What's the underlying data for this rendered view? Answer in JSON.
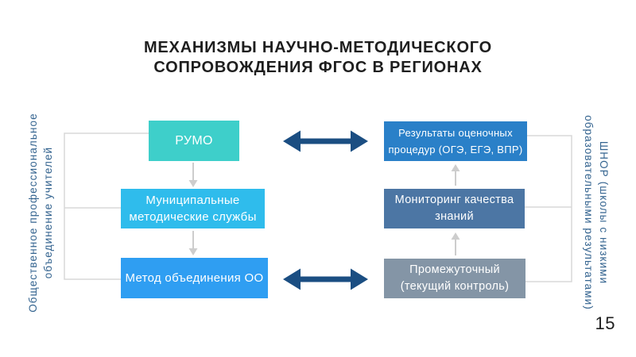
{
  "title": {
    "line1": "МЕХАНИЗМЫ НАУЧНО-МЕТОДИЧЕСКОГО",
    "line2": "СОПРОВОЖДЕНИЯ ФГОС В РЕГИОНАХ"
  },
  "left_label": {
    "line1": "Общественное профессиональное",
    "line2": "объединение учителей"
  },
  "right_label": {
    "line1": "ШНОР (школы с низкими",
    "line2": "образовательными результатами)"
  },
  "left_column": {
    "box1": {
      "label": "РУМО",
      "color": "#3ECFCA"
    },
    "box2": {
      "line1": "Муниципальные",
      "line2": "методические службы",
      "color": "#2FBCEC"
    },
    "box3": {
      "label": "Метод объединения ОО",
      "color": "#2F9EF2"
    }
  },
  "right_column": {
    "box1": {
      "line1": "Результаты оценочных",
      "line2": "процедур (ОГЭ, ЕГЭ, ВПР)",
      "color": "#2A80C8"
    },
    "box2": {
      "line1": "Мониторинг качества",
      "line2": "знаний",
      "color": "#4C76A4"
    },
    "box3": {
      "line1": "Промежуточный",
      "line2": "(текущий контроль)",
      "color": "#8495A6"
    }
  },
  "page_number": "15",
  "colors": {
    "double_arrow": "#1B4E82",
    "connector_line": "#D8D8D8",
    "flow_arrow": "#CDCDCD",
    "title_text": "#1E1E1E",
    "side_label_text": "#33638F"
  }
}
